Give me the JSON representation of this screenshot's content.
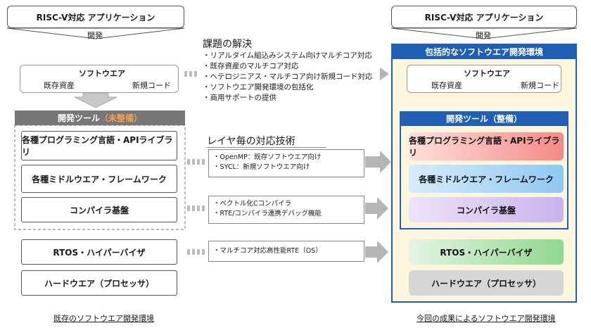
{
  "left": {
    "app_title": "RISC-V対応 アプリケーション",
    "dev_label": "開発",
    "software_title": "ソフトウエア",
    "existing_assets": "既存資産",
    "new_code": "新規コード",
    "tools_header_prefix": "開発ツール",
    "tools_header_status": "（未整備）",
    "layers": [
      "各種プログラミング言語・APIライブラリ",
      "各種ミドルウエア・フレームワーク",
      "コンパイラ基盤"
    ],
    "rtos": "RTOS・ハイパーバイザ",
    "hardware": "ハードウエア（プロセッサ）",
    "caption": "既存のソフトウエア開発環境"
  },
  "middle": {
    "solutions_title": "課題の解決",
    "solutions": [
      "リアルタイム組込みシステム向けマルチコア対応",
      "既存資産のマルチコア対応",
      "ヘテロジニアス・マルチコア向け新規コード対応",
      "ソフトウエア開発環境の包括化",
      "商用サポートの提供"
    ],
    "layer_tech_title": "レイヤ毎の対応技術",
    "callouts": [
      [
        "・OpenMP：既存ソフトウエア向け",
        "・SYCL：新規ソフトウエア向け"
      ],
      [
        "・ベクトル化Cコンパイラ",
        "・RTE/コンパイラ連携デバッグ機能"
      ],
      [
        "・マルチコア対応高性能RTE（OS）"
      ]
    ]
  },
  "right": {
    "app_title": "RISC-V対応 アプリケーション",
    "dev_label": "開発",
    "env_title": "包括的なソフトウエア開発環境",
    "software_title": "ソフトウエア",
    "existing_assets": "既存資産",
    "new_code": "新規コード",
    "tools_header": "開発ツール（整備）",
    "layers": [
      "各種プログラミング言語・APIライブラリ",
      "各種ミドルウエア・フレームワーク",
      "コンパイラ基盤"
    ],
    "rtos": "RTOS・ハイパーバイザ",
    "hardware": "ハードウエア（プロセッサ）",
    "caption": "今回の成果によるソフトウエア開発環境"
  },
  "colors": {
    "blue": "#1f5fb5",
    "light_blue_bg": "#fdf6dd",
    "orange": "#f0a040",
    "triangle_red": "#e07070",
    "circle_blue": "#3b6fd0"
  }
}
